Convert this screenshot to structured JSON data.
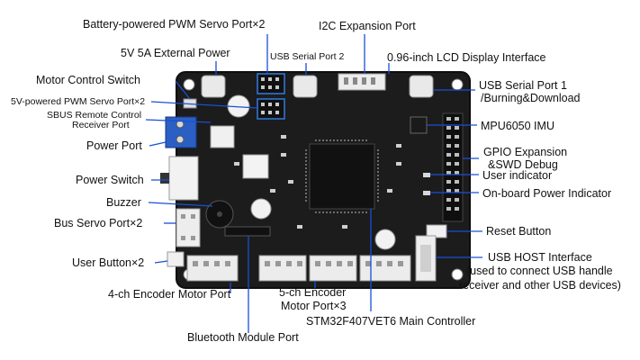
{
  "labels": {
    "battery_pwm": "Battery-powered PWM Servo Port×2",
    "i2c": "I2C Expansion Port",
    "ext_power": "5V 5A External Power",
    "usb_serial2": "USB Serial Port 2",
    "lcd": "0.96-inch LCD Display Interface",
    "motor_switch": "Motor Control Switch",
    "usb_serial1_l1": "USB Serial Port 1",
    "usb_serial1_l2": "/Burning&Download",
    "fivev_pwm": "5V-powered PWM Servo Port×2",
    "sbus_l1": "SBUS Remote Control",
    "sbus_l2": "Receiver Port",
    "mpu": "MPU6050 IMU",
    "power_port": "Power Port",
    "gpio_l1": "GPIO Expansion",
    "gpio_l2": "&SWD Debug",
    "user_indicator": "User indicator",
    "power_switch": "Power Switch",
    "onboard_power": "On-board Power Indicator",
    "buzzer": "Buzzer",
    "bus_servo": "Bus Servo Port×2",
    "reset": "Reset Button",
    "user_button": "User Button×2",
    "usb_host_l1": "USB HOST Interface",
    "usb_host_l2": "(used to connect USB handle",
    "usb_host_l3": "receiver and other USB devices)",
    "encoder4": "4-ch Encoder Motor Port",
    "encoder5_l1": "5-ch Encoder",
    "encoder5_l2": "Motor Port×3",
    "stm32": "STM32F407VET6 Main Controller",
    "bluetooth": "Bluetooth Module Port"
  },
  "colors": {
    "board": "#1c1c1c",
    "pcb_edge": "#0e0e0e",
    "connector": "#e9e9e9",
    "terminal": "#2b5fc4",
    "leader": "#1a4fd6",
    "chip": "#111111"
  }
}
